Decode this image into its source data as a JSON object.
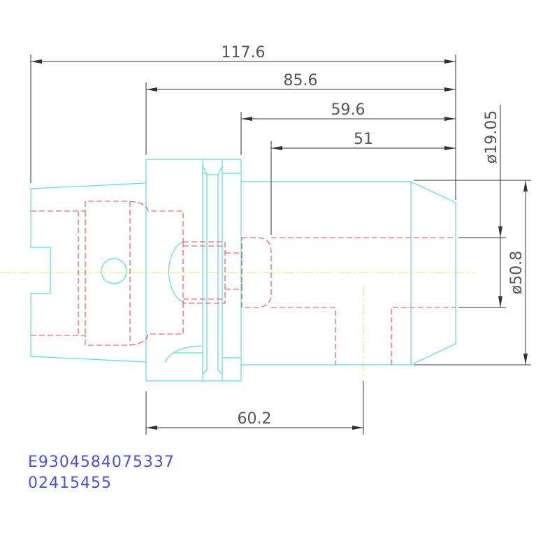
{
  "dimensions": {
    "overall_length": "117.6",
    "length_2": "85.6",
    "length_3": "59.6",
    "length_4": "51",
    "gauge_length": "60.2",
    "bore_diameter": "ø19.05",
    "outer_diameter": "ø50.8"
  },
  "codes": {
    "line1": "E9304584075337",
    "line2": "02415455"
  },
  "colors": {
    "outline": "#55dde8",
    "hidden_lines": "#e84a4a",
    "dimension_lines": "#333333",
    "centerline": "#f0e060",
    "code_text": "#4a4fe0"
  }
}
